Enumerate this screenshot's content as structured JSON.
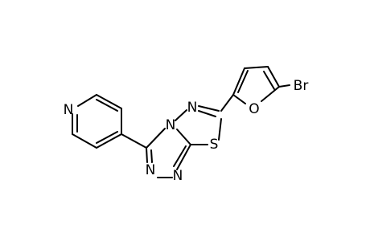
{
  "atoms": {
    "pyridine_n": "N",
    "n4": "N",
    "n_thiadiazole": "N",
    "s": "S",
    "n1": "N",
    "n2": "N",
    "o": "O",
    "br": "Br"
  }
}
